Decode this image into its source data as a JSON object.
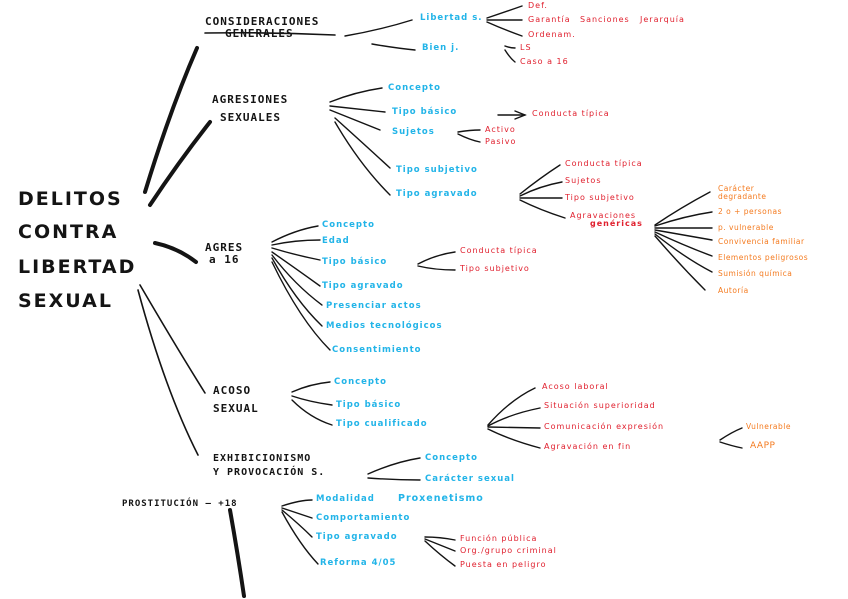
{
  "root": [
    "DELITOS",
    "CONTRA",
    "LIBERTAD",
    "SEXUAL"
  ],
  "l1_consideraciones": [
    "CONSIDERACIONES",
    "GENERALES"
  ],
  "l1_agresiones": [
    "AGRESIONES",
    "SEXUALES"
  ],
  "l1_menores": [
    "AGRES",
    "a 16"
  ],
  "l1_acoso": [
    "ACOSO",
    "SEXUAL"
  ],
  "l1_exhibicionismo": [
    "EXHIBICIONISMO",
    "Y PROVOCACIÓN S."
  ],
  "l1_prostitucion": "PROSTITUCIÓN — +18",
  "cg_libertad": "Libertad s.",
  "cg_bien": "Bien j.",
  "cg_libertad_children": [
    "Def.",
    "Garantía",
    "Sanciones",
    "Jerarquía",
    "Ordenam."
  ],
  "cg_bien_children": [
    "LS",
    "Caso a 16"
  ],
  "ag_concepto": "Concepto",
  "ag_tipo_basico": "Tipo básico",
  "ag_conducta": "Conducta típica",
  "ag_sujetos": "Sujetos",
  "ag_sujetos_children": [
    "Activo",
    "Pasivo"
  ],
  "ag_tipo_subjetivo": "Tipo subjetivo",
  "ag_tipo_agravado": "Tipo agravado",
  "ag_agravado_children": [
    "Conducta típica",
    "Sujetos",
    "Tipo subjetivo"
  ],
  "ag_agravaciones": [
    "Agravaciones",
    "genéricas"
  ],
  "ag_agravaciones_children": [
    "Carácter",
    "degradante",
    "2 o + personas",
    "p. vulnerable",
    "Convivencia familiar",
    "Elementos peligrosos",
    "Sumisión química",
    "Autoría"
  ],
  "me_children": [
    "Concepto",
    "Edad",
    "Tipo básico",
    "Tipo agravado",
    "Presenciar actos",
    "Medios tecnológicos",
    "Consentimiento"
  ],
  "me_basico_children": [
    "Conducta típica",
    "Tipo subjetivo"
  ],
  "ac_children": [
    "Concepto",
    "Tipo básico",
    "Tipo cualificado"
  ],
  "ac_cualificado_children": [
    "Acoso laboral",
    "Situación superioridad",
    "Comunicación expresión",
    "Agravación en fin"
  ],
  "ac_agravacion_children": [
    "Vulnerable",
    "AAPP"
  ],
  "ex_children": [
    "Concepto",
    "Carácter sexual"
  ],
  "pr_children": [
    "Modalidad",
    "Proxenetismo",
    "Comportamiento",
    "Tipo agravado",
    "Reforma 4/05"
  ],
  "pr_agravado_children": [
    "Función pública",
    "Org./grupo criminal",
    "Puesta en peligro"
  ]
}
